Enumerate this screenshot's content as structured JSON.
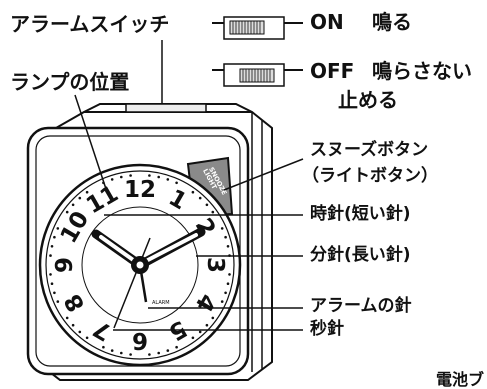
{
  "labels": {
    "alarm_switch": "アラームスイッチ",
    "lamp_position": "ランプの位置",
    "on": "ON",
    "on_desc": "鳴る",
    "off": "OFF",
    "off_desc_1": "鳴らさない",
    "off_desc_2": "止める",
    "snooze_button": "スヌーズボタン",
    "light_button": "（ライトボタン）",
    "hour_hand": "時針(短い針)",
    "minute_hand": "分針(長い針)",
    "alarm_hand": "アラームの針",
    "second_hand": "秒針",
    "battery_partial": "電池ブ"
  },
  "button_text": {
    "line1": "LIGHT",
    "line2": "SNOOZE"
  },
  "dial": {
    "numbers": [
      "12",
      "1",
      "2",
      "3",
      "4",
      "5",
      "6",
      "7",
      "8",
      "9",
      "10",
      "11"
    ],
    "alarm_mark": "ALARM"
  }
}
